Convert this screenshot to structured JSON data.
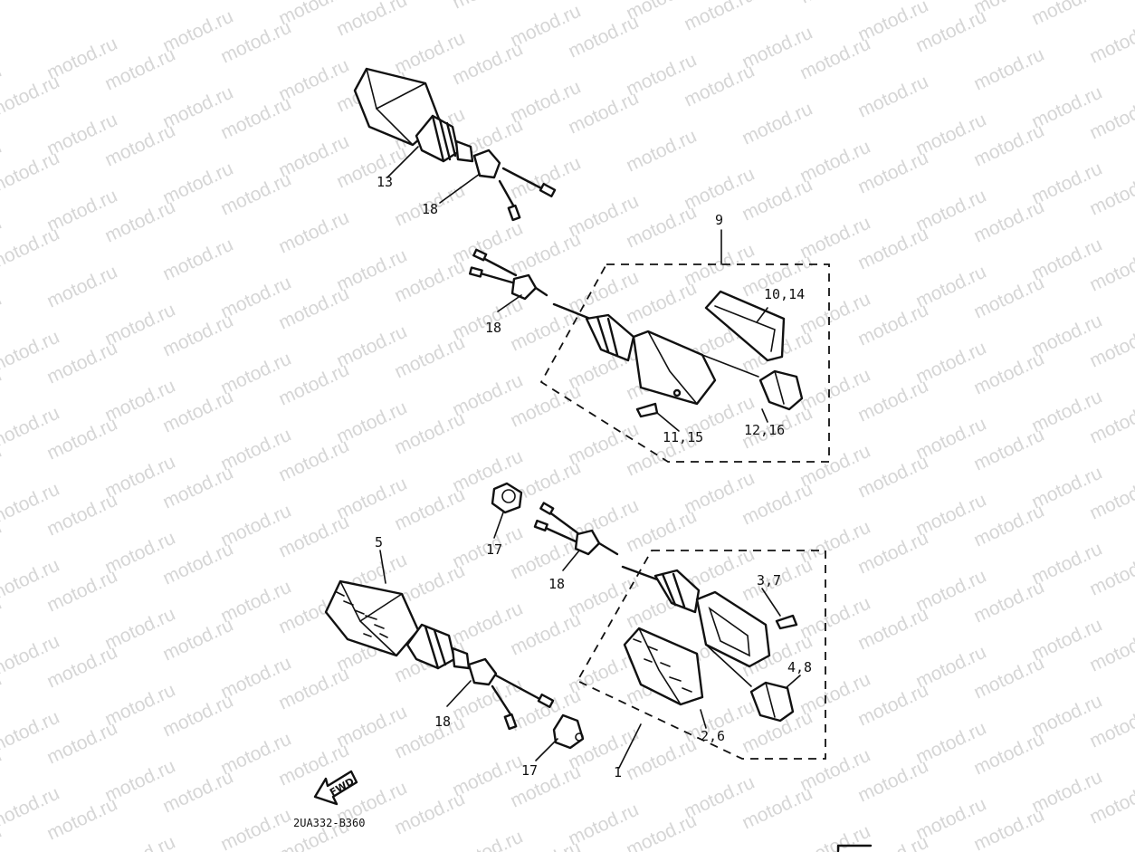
{
  "watermark": "motod.ru",
  "callouts": {
    "c13": "13",
    "c18a": "18",
    "c9": "9",
    "c10_14": "10,14",
    "c18b": "18",
    "c11_15": "11,15",
    "c12_16": "12,16",
    "c17a": "17",
    "c5": "5",
    "c18c": "18",
    "c3_7": "3,7",
    "c4_8": "4,8",
    "c18d": "18",
    "c2_6": "2,6",
    "c17b": "17",
    "c1": "1"
  },
  "fwd_label": "FWD",
  "part_code": "2UA332-B360"
}
